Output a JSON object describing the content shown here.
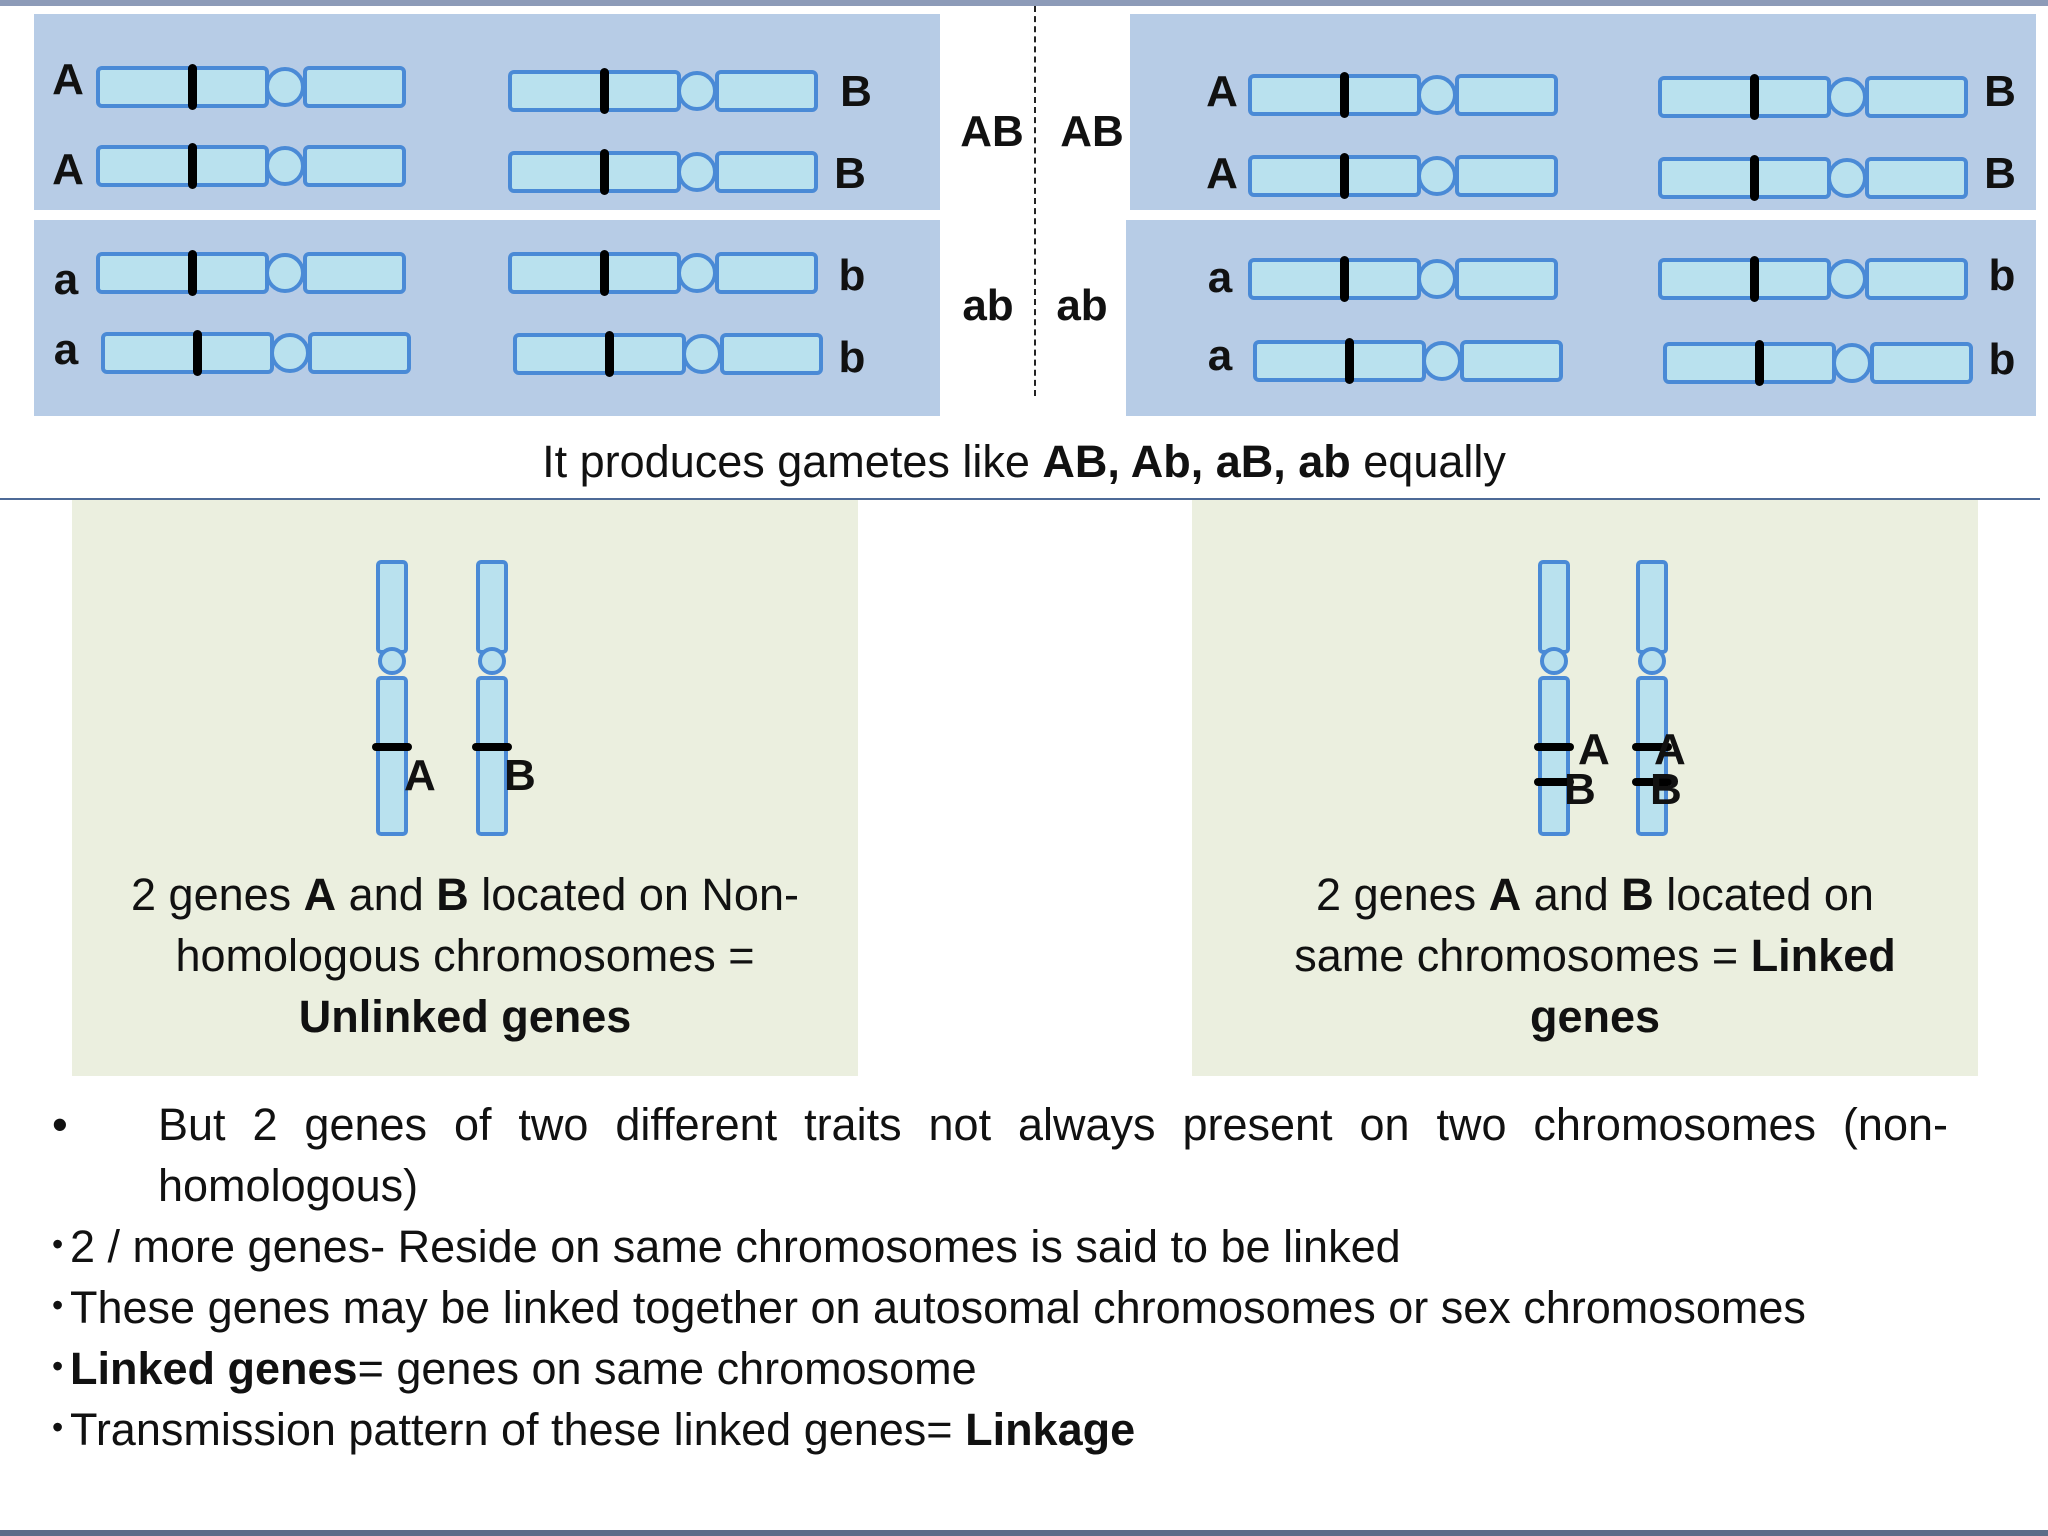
{
  "top_diagram": {
    "gametes_left": [
      "AB",
      "ab"
    ],
    "gametes_right": [
      "AB",
      "ab"
    ],
    "sentence": {
      "prefix": "It produces gametes like ",
      "bold": "AB, Ab, aB, ab",
      "suffix": " equally"
    },
    "left_upper": {
      "left_labels": [
        "A",
        "A"
      ],
      "right_labels": [
        "B",
        "B"
      ]
    },
    "left_lower": {
      "left_labels": [
        "a",
        "a"
      ],
      "right_labels": [
        "b",
        "b"
      ]
    },
    "right_upper": {
      "left_labels": [
        "A",
        "A"
      ],
      "right_labels": [
        "B",
        "B"
      ]
    },
    "right_lower": {
      "left_labels": [
        "a",
        "a"
      ],
      "right_labels": [
        "b",
        "b"
      ]
    }
  },
  "unlinked": {
    "gene_labels": [
      "A",
      "B"
    ],
    "caption": {
      "p1": "2 genes ",
      "b1": "A",
      "p2": " and ",
      "b2": "B",
      "p3": " located on Non-homologous chromosomes = ",
      "b3": "Unlinked genes"
    }
  },
  "linked": {
    "gene_labels": [
      "A",
      "B",
      "A",
      "B"
    ],
    "caption": {
      "p1": "2 genes ",
      "b1": "A",
      "p2": " and ",
      "b2": "B",
      "p3": " located on same chromosomes = ",
      "b3": "Linked genes"
    }
  },
  "bullets": {
    "first": "But 2 genes of two different traits not always present on two chromosomes (non-homologous)",
    "second": "2 / more genes- Reside on same chromosomes is said to be linked",
    "third": "These genes may be linked together on autosomal chromosomes or sex chromosomes",
    "fourth_bold": "Linked genes",
    "fourth_rest": "= genes on same chromosome",
    "fifth_rest": "Transmission pattern of these linked genes= ",
    "fifth_bold": "Linkage"
  },
  "symbols": {
    "bullet": "•"
  }
}
